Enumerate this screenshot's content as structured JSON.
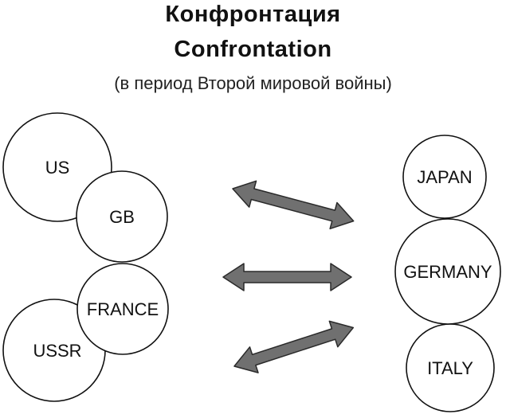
{
  "header": {
    "title_ru": "Конфронтация",
    "title_en": "Confrontation",
    "subtitle": "(в период Второй мировой войны)"
  },
  "left_group": {
    "us": "US",
    "gb": "GB",
    "france": "FRANCE",
    "ussr": "USSR"
  },
  "right_group": {
    "japan": "JAPAN",
    "germany": "GERMANY",
    "italy": "ITALY"
  },
  "colors": {
    "arrow_fill": "#707070",
    "circle_stroke": "#111111"
  }
}
